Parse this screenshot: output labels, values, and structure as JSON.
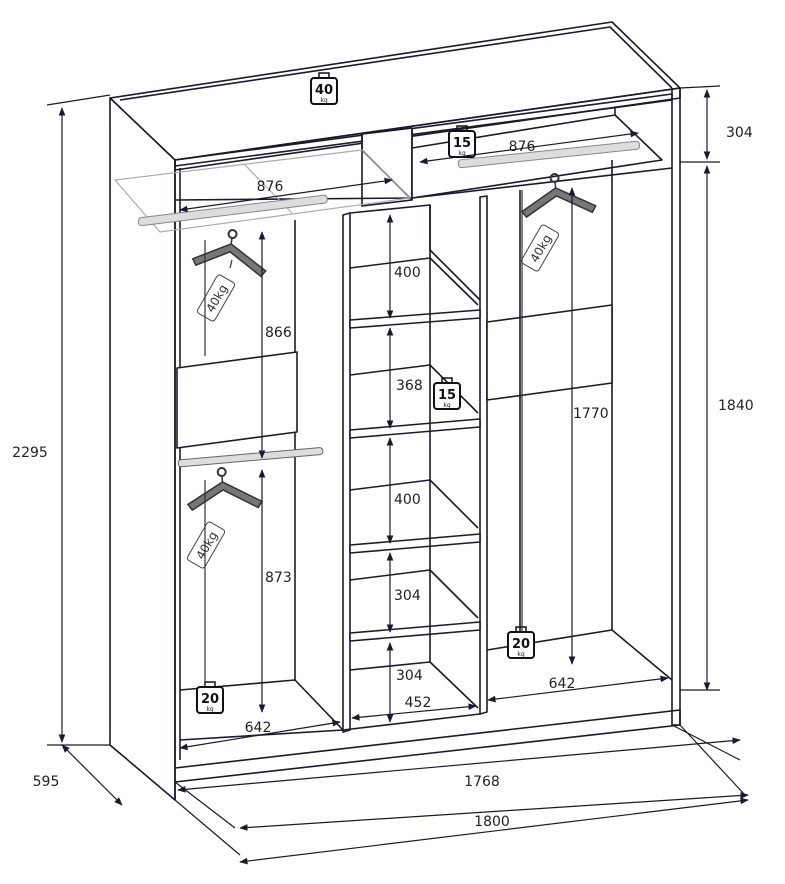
{
  "dimensions": {
    "total_height": "2295",
    "depth": "595",
    "inner_width": "1768",
    "outer_width": "1800",
    "top_section_height": "304",
    "right_section_height": "1840",
    "top_left_rail_width": "876",
    "top_right_rail_width": "876",
    "left_upper_hang_height": "866",
    "left_lower_hang_height": "873",
    "left_bottom_width": "642",
    "right_hang_height": "1770",
    "right_bottom_width": "642",
    "shelf_1": "400",
    "shelf_2": "368",
    "shelf_3": "400",
    "shelf_4": "304",
    "shelf_5": "304",
    "middle_width": "452"
  },
  "weights": {
    "top_compartment": {
      "value": "40",
      "unit": "kg"
    },
    "top_shelf": {
      "value": "15",
      "unit": "kg"
    },
    "middle_shelf": {
      "value": "15",
      "unit": "kg"
    },
    "left_bottom": {
      "value": "20",
      "unit": "kg"
    },
    "right_bottom": {
      "value": "20",
      "unit": "kg"
    }
  },
  "hanger_tags": {
    "left_upper": "40kg",
    "left_lower": "40kg",
    "right_upper": "40kg"
  },
  "colors": {
    "line": "#1a1a2e",
    "light_line": "#9a9a9a"
  }
}
